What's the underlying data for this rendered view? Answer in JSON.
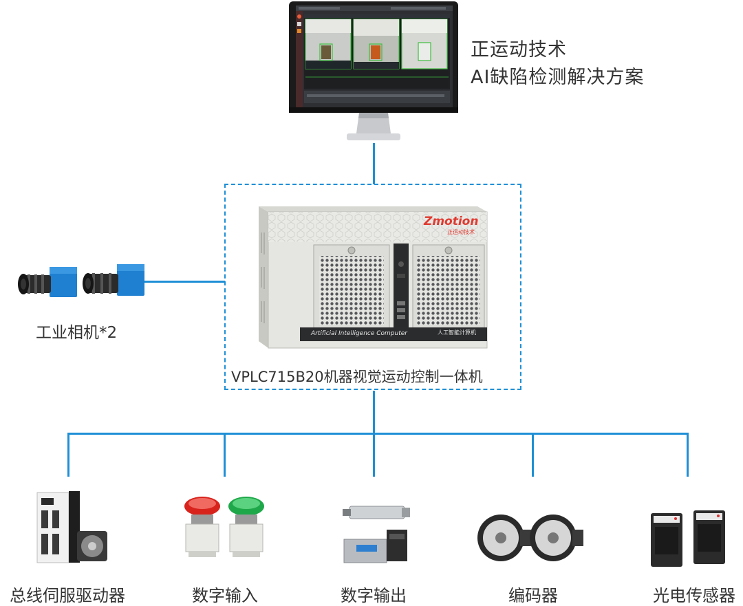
{
  "solution": {
    "title_line1": "正运动技术",
    "title_line2": "AI缺陷检测解决方案"
  },
  "controller": {
    "brand": "Zmotion",
    "brand_sub": "正运动技术",
    "front_text": "Artificial Intelligence Computer",
    "front_text_cn": "人工智能计算机",
    "label": "VPLC715B20机器视觉运动控制一体机"
  },
  "camera": {
    "label": "工业相机*2"
  },
  "devices": [
    {
      "label": "总线伺服驱动器",
      "icon": "servo-drive-icon"
    },
    {
      "label": "数字输入",
      "icon": "push-button-icon"
    },
    {
      "label": "数字输出",
      "icon": "solenoid-valve-icon"
    },
    {
      "label": "编码器",
      "icon": "encoder-icon"
    },
    {
      "label": "光电传感器",
      "icon": "photoelectric-sensor-icon"
    }
  ],
  "colors": {
    "wire": "#1e8fd6",
    "dashed_box": "#1e8fd6",
    "brand_red": "#e03a2f"
  }
}
